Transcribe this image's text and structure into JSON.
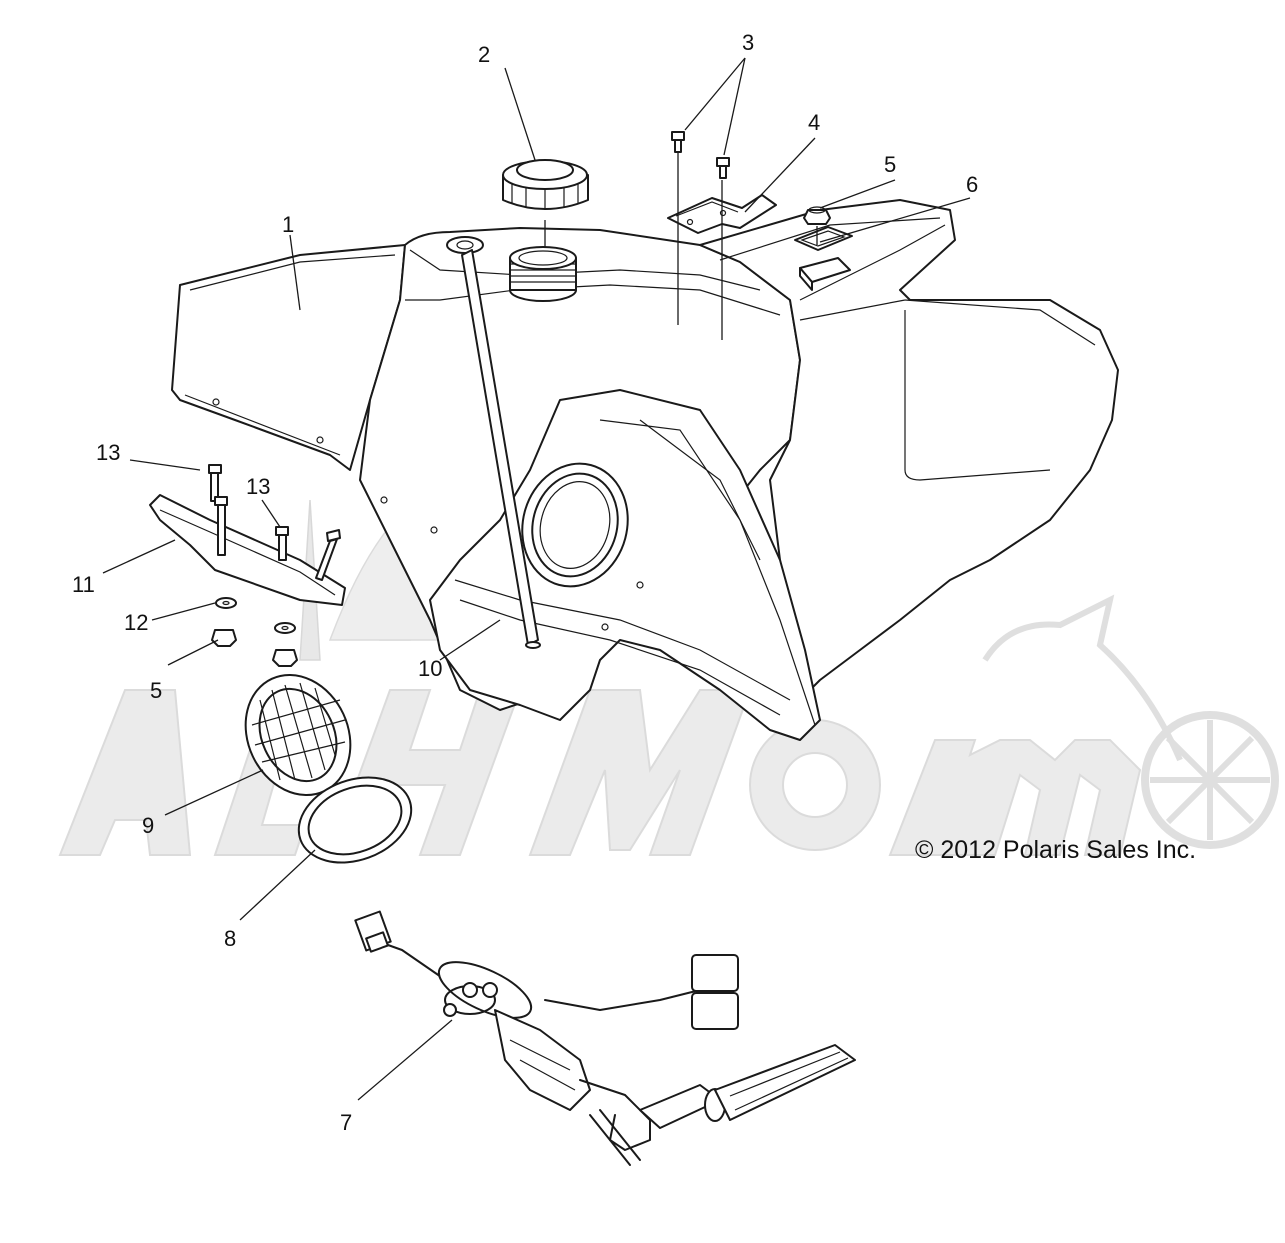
{
  "diagram": {
    "callouts": [
      {
        "id": "1",
        "label": "1"
      },
      {
        "id": "2",
        "label": "2"
      },
      {
        "id": "3",
        "label": "3"
      },
      {
        "id": "4",
        "label": "4"
      },
      {
        "id": "5a",
        "label": "5"
      },
      {
        "id": "6",
        "label": "6"
      },
      {
        "id": "13a",
        "label": "13"
      },
      {
        "id": "13b",
        "label": "13"
      },
      {
        "id": "11",
        "label": "11"
      },
      {
        "id": "12",
        "label": "12"
      },
      {
        "id": "5b",
        "label": "5"
      },
      {
        "id": "10",
        "label": "10"
      },
      {
        "id": "9",
        "label": "9"
      },
      {
        "id": "8",
        "label": "8"
      },
      {
        "id": "7",
        "label": "7"
      }
    ],
    "copyright": "© 2012 Polaris Sales Inc.",
    "watermark_text": "AchMoto"
  }
}
